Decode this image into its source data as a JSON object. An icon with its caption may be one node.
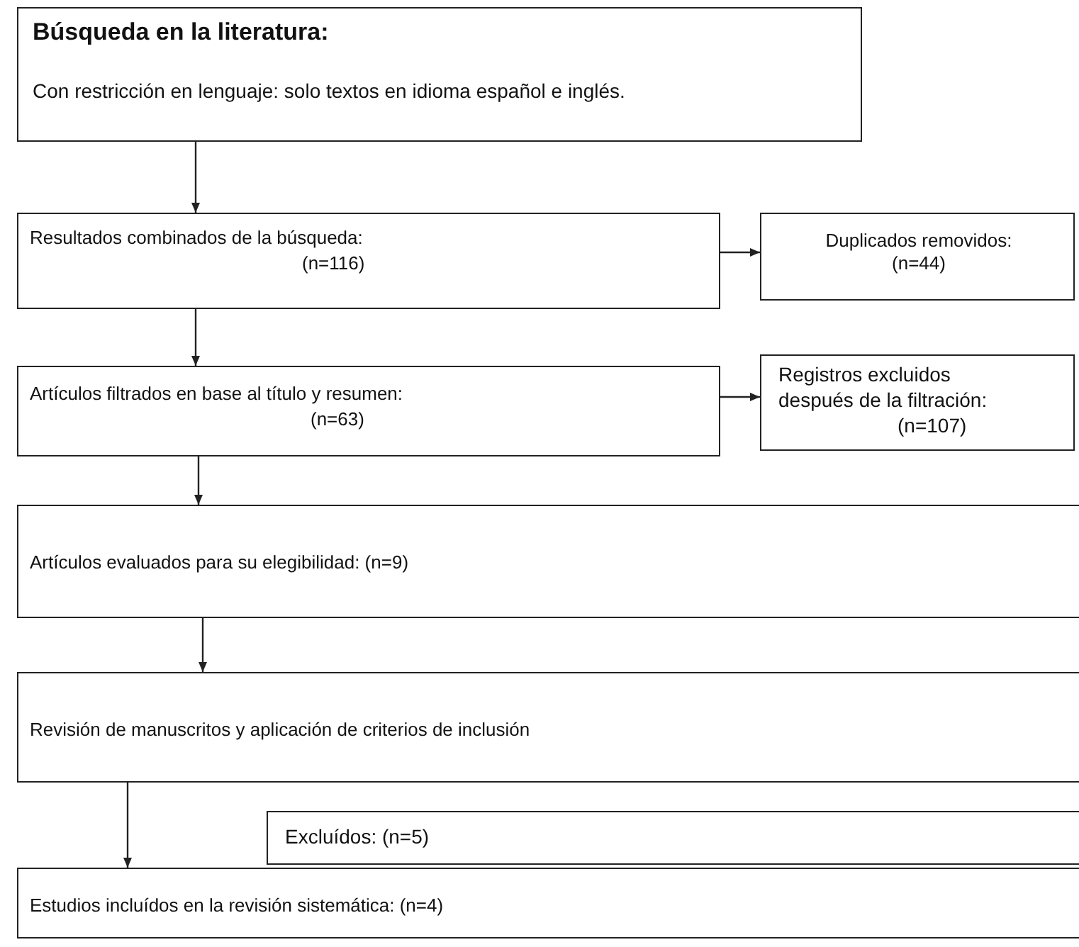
{
  "diagram": {
    "nodes": [
      {
        "text": [
          "Búsqueda en la literatura:",
          "Con restricción en lenguaje: solo textos en idioma español e inglés."
        ]
      },
      {
        "text": [
          "Resultados combinados de la búsqueda:",
          "(n=116)"
        ]
      },
      {
        "text": [
          "Duplicados removidos:",
          "(n=44)"
        ]
      },
      {
        "text": [
          "Artículos filtrados en base al título y resumen:",
          "(n=63)"
        ]
      },
      {
        "text": [
          "Registros excluidos después de la filtración:",
          "(n=107)"
        ]
      },
      {
        "text": [
          "Artículos evaluados para su elegibilidad: (n=9)"
        ]
      },
      {
        "text": [
          "Revisión de manuscritos y aplicación de criterios de inclusión"
        ]
      },
      {
        "text": [
          "Excluídos: (n=5)"
        ]
      },
      {
        "text": [
          "Estudios incluídos en la revisión sistemática: (n=4)"
        ]
      }
    ],
    "edges": [
      {
        "from": 0,
        "to": 1,
        "arrow": "to"
      },
      {
        "from": 1,
        "to": 2,
        "arrow": "to"
      },
      {
        "from": 1,
        "to": 3,
        "arrow": "to"
      },
      {
        "from": 3,
        "to": 4,
        "arrow": "to"
      },
      {
        "from": 3,
        "to": 5,
        "arrow": "to"
      },
      {
        "from": 5,
        "to": 6,
        "arrow": "to"
      },
      {
        "from": 6,
        "to": 8,
        "arrow": "to"
      }
    ]
  }
}
